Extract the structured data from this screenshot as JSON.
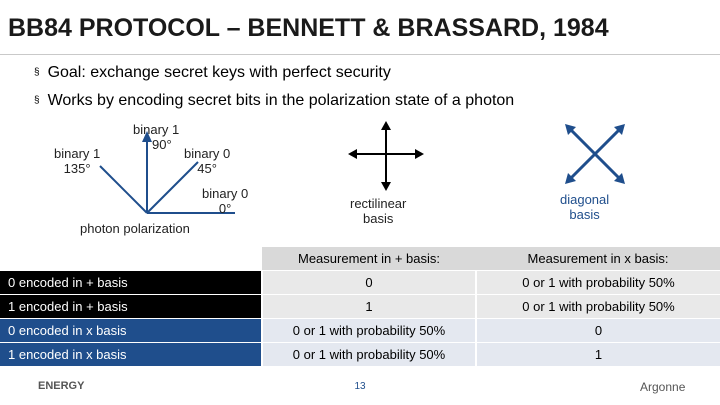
{
  "title": "BB84 PROTOCOL – BENNETT & BRASSARD, 1984",
  "bullets": [
    "Goal: exchange secret keys with perfect security",
    "Works by encoding secret bits in the polarization state of a photon"
  ],
  "bullet_marker": "§",
  "polarization": {
    "labels": {
      "b1_90_a": "binary 1",
      "b1_90_b": "90°",
      "b0_45_a": "binary 0",
      "b0_45_b": "45°",
      "b1_135_a": "binary 1",
      "b1_135_b": "135°",
      "b0_0_a": "binary 0",
      "b0_0_b": "0°",
      "caption": "photon polarization"
    },
    "rectilinear_a": "rectilinear",
    "rectilinear_b": "basis",
    "diagonal_a": "diagonal",
    "diagonal_b": "basis"
  },
  "table": {
    "headers": [
      "",
      "Measurement in + basis:",
      "Measurement in x basis:"
    ],
    "rows": [
      [
        "0 encoded in + basis",
        "0",
        "0 or 1 with probability 50%"
      ],
      [
        "1 encoded in + basis",
        "1",
        "0 or 1 with probability 50%"
      ],
      [
        "0 encoded in x basis",
        "0 or 1 with probability 50%",
        "0"
      ],
      [
        "1 encoded in x basis",
        "0 or 1 with probability 50%",
        "1"
      ]
    ]
  },
  "footer": {
    "page": "13",
    "energy": "ENERGY",
    "argonne": "Argonne"
  },
  "colors": {
    "diagonal_blue": "#1f4e8c",
    "black": "#000000"
  }
}
